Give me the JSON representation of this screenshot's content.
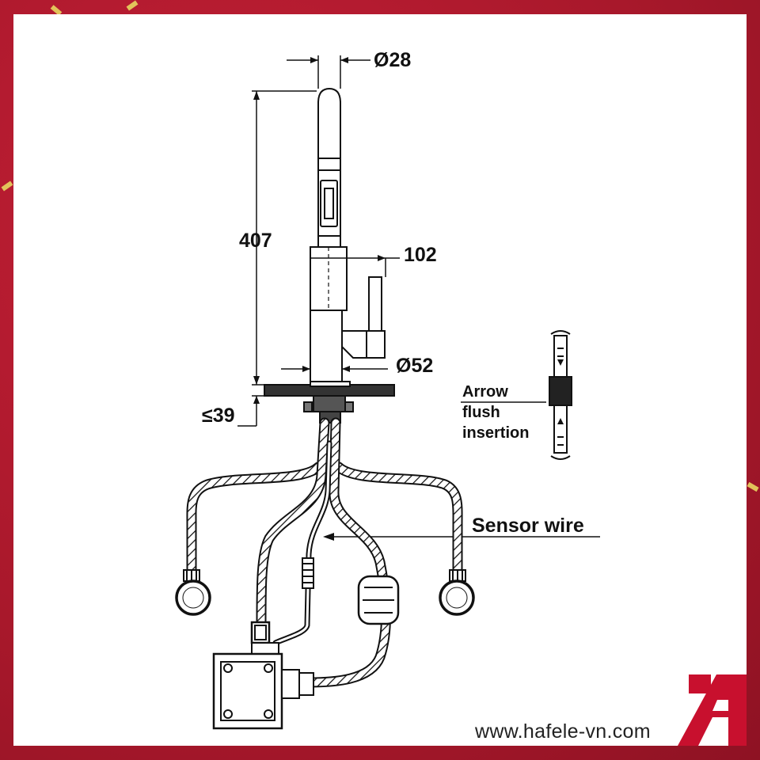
{
  "dimensions": {
    "spout_diameter": "Ø28",
    "total_height": "407",
    "reach": "102",
    "base_diameter": "Ø52",
    "max_deck_thickness": "≤39"
  },
  "labels": {
    "arrow_note_line1": "Arrow",
    "arrow_note_line2": "flush",
    "arrow_note_line3": "insertion",
    "sensor_wire": "Sensor wire"
  },
  "website": "www.hafele-vn.com",
  "colors": {
    "frame_red": "#b51d30",
    "logo_red": "#c8102e",
    "line": "#111111"
  }
}
